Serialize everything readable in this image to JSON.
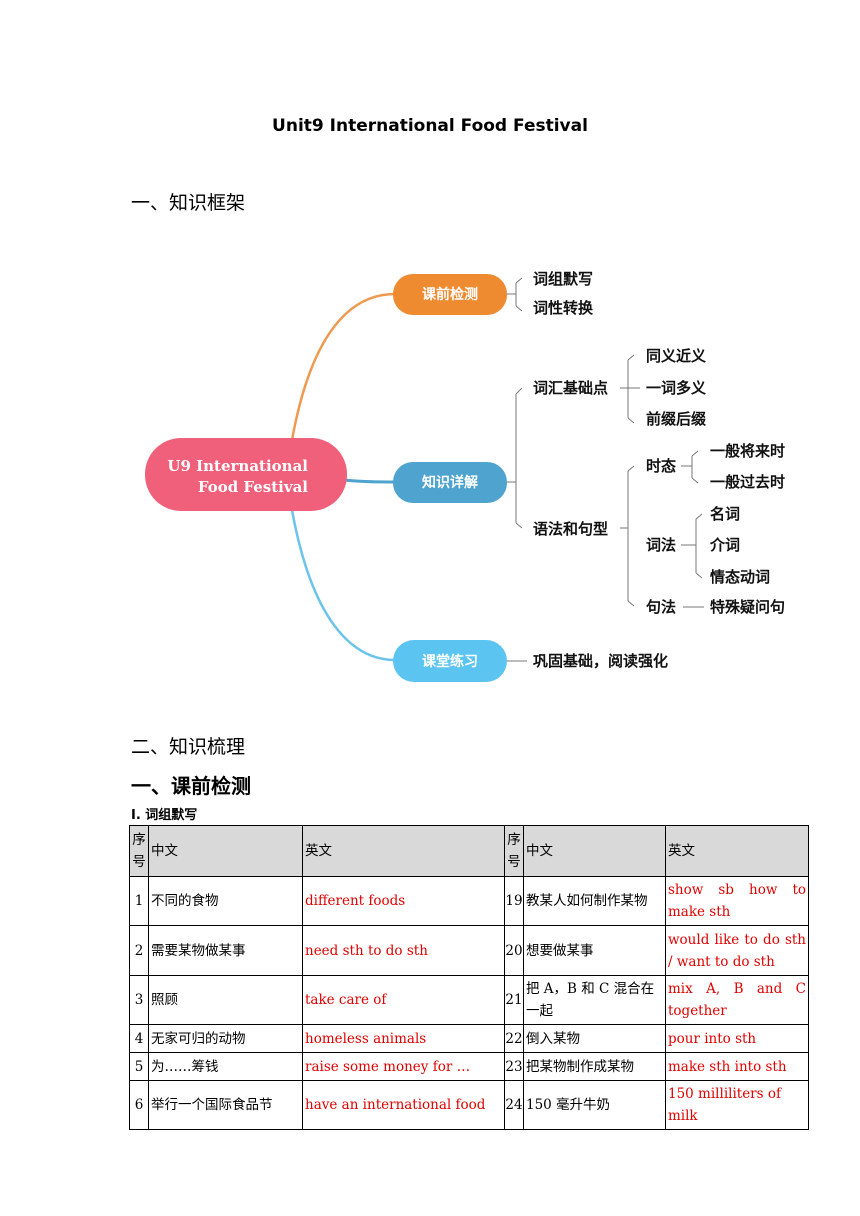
{
  "doc_title": "Unit9    International Food Festival",
  "section1": "一、知识框架",
  "mindmap": {
    "root_line1": "U9 International",
    "root_line2": "Food Festival",
    "node_pretest": "课前检测",
    "node_detail": "知识详解",
    "node_practice": "课堂练习",
    "leaf_phrase": "词组默写",
    "leaf_wordform": "词性转换",
    "vocab": "词汇基础点",
    "vocab_syn": "同义近义",
    "vocab_poly": "一词多义",
    "vocab_affix": "前缀后缀",
    "grammar": "语法和句型",
    "tense": "时态",
    "tense_future": "一般将来时",
    "tense_past": "一般过去时",
    "morph": "词法",
    "morph_noun": "名词",
    "morph_prep": "介词",
    "morph_modal": "情态动词",
    "syntax": "句法",
    "syntax_wh": "特殊疑问句",
    "practice_text": "巩固基础，阅读强化",
    "colors": {
      "root": "#f0607a",
      "pretest": "#ee8a30",
      "detail": "#4fa3cf",
      "practice": "#5bc4f0"
    }
  },
  "section2": "二、知识梳理",
  "section2a": "一、课前检测",
  "subsection": "I.  词组默写",
  "table": {
    "headers": [
      "序号",
      "中文",
      "英文",
      "序号",
      "中文",
      "英文"
    ],
    "rows": [
      [
        "1",
        "不同的食物",
        "different foods",
        "19",
        "教某人如何制作某物",
        "show sb how to make sth"
      ],
      [
        "2",
        "需要某物做某事",
        "need sth to do sth",
        "20",
        "想要做某事",
        "would like to do sth / want to do sth"
      ],
      [
        "3",
        "照顾",
        "take care of",
        "21",
        "把 A，B 和 C 混合在一起",
        "mix A, B and C together"
      ],
      [
        "4",
        "无家可归的动物",
        "homeless animals",
        "22",
        "倒入某物",
        "pour into sth"
      ],
      [
        "5",
        "为……筹钱",
        "raise some money for …",
        "23",
        "把某物制作成某物",
        "make sth into sth"
      ],
      [
        "6",
        "举行一个国际食品节",
        "have an international food",
        "24",
        "150 毫升牛奶",
        "150 milliliters of milk"
      ]
    ]
  }
}
